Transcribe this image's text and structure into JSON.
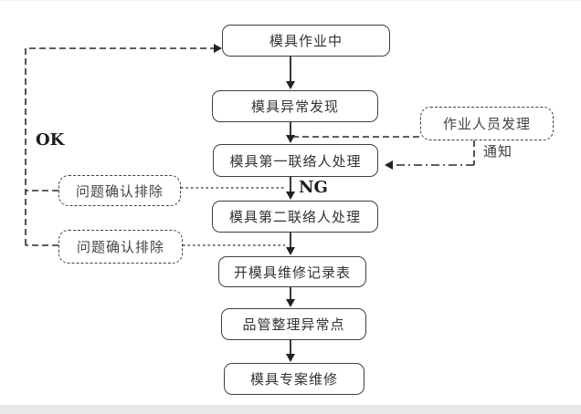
{
  "flowchart": {
    "nodes": {
      "working": "模具作业中",
      "abnormal_found": "模具异常发现",
      "first_contact": "模具第一联络人处理",
      "second_contact": "模具第二联络人处理",
      "repair_record": "开模具维修记录表",
      "qc_summary": "品管整理异常点",
      "project_repair": "模具专案维修",
      "operator_handle": "作业人员发理",
      "confirm_resolve_1": "问题确认排除",
      "confirm_resolve_2": "问题确认排除"
    },
    "edge_labels": {
      "ok": "OK",
      "ng": "NG",
      "notify": "通知"
    },
    "colors": {
      "line": "#2a2a2a",
      "box_border": "#3f3f3f",
      "text": "#333333",
      "background": "#ffffff",
      "bottom_strip": "#e8e8e8"
    }
  }
}
